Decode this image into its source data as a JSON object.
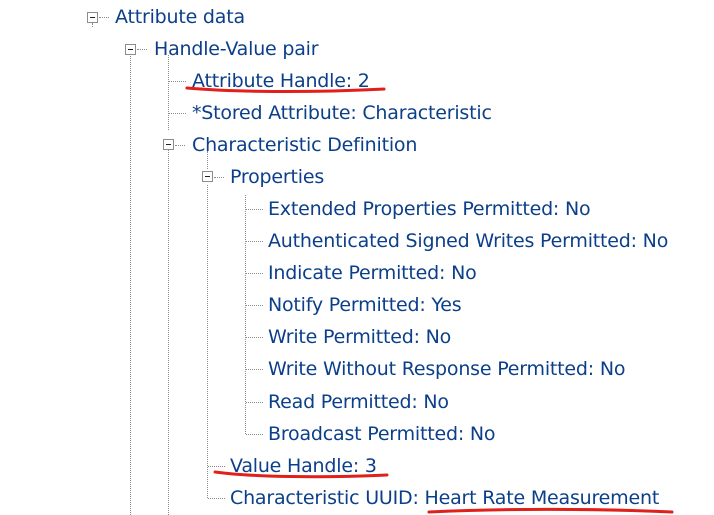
{
  "tree": {
    "attribute_data": "Attribute data",
    "handle_value_pair": "Handle-Value pair",
    "attribute_handle": "Attribute Handle: 2",
    "stored_attribute": "*Stored Attribute: Characteristic",
    "characteristic_definition": "Characteristic Definition",
    "properties": "Properties",
    "property_items": [
      "Extended Properties Permitted: No",
      "Authenticated Signed Writes Permitted: No",
      "Indicate Permitted: No",
      "Notify Permitted: Yes",
      "Write Permitted: No",
      "Write Without Response Permitted: No",
      "Read Permitted: No",
      "Broadcast Permitted: No"
    ],
    "value_handle": "Value Handle: 3",
    "characteristic_uuid_label": "Characteristic UUID:",
    "characteristic_uuid_value": "Heart Rate Measurement"
  },
  "colors": {
    "text": "#0b3f8a",
    "annotation": "#e0201b",
    "tree_lines": "#8a8a8a"
  },
  "icons": {
    "expanded_toggle": "minus-box-icon"
  }
}
